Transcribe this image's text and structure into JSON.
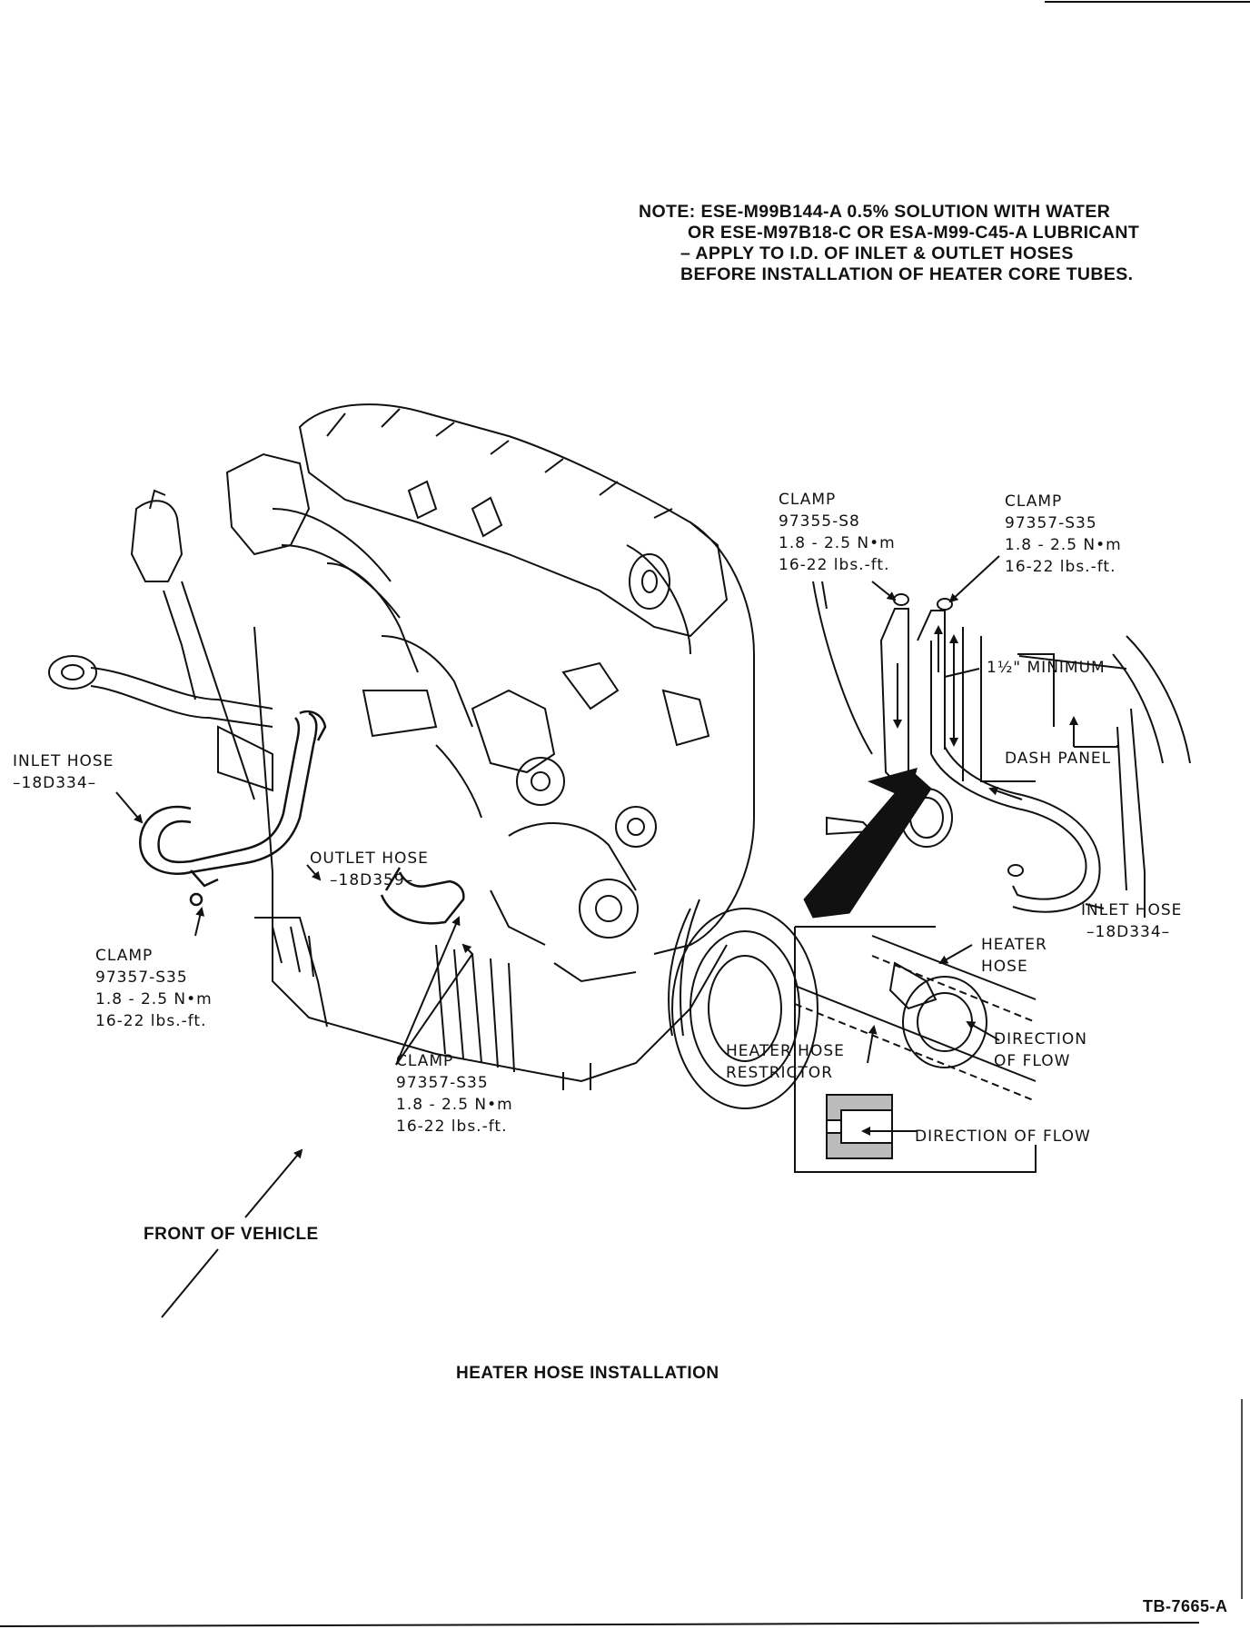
{
  "note": {
    "line1": "NOTE: ESE-M99B144-A 0.5% SOLUTION WITH WATER",
    "line2": "OR ESE-M97B18-C OR ESA-M99-C45-A LUBRICANT",
    "line3": "– APPLY TO I.D. OF INLET & OUTLET HOSES",
    "line4": "BEFORE INSTALLATION OF HEATER CORE TUBES."
  },
  "clamp_top_left": {
    "name": "CLAMP",
    "part": "97355-S8",
    "torque_nm": "1.8 - 2.5 N•m",
    "torque_lbft": "16-22 lbs.-ft."
  },
  "clamp_top_right": {
    "name": "CLAMP",
    "part": "97357-S35",
    "torque_nm": "1.8 - 2.5 N•m",
    "torque_lbft": "16-22 lbs.-ft."
  },
  "minimum": "1½\" MINIMUM",
  "dash_panel": "DASH PANEL",
  "inlet_hose_left": {
    "name": "INLET HOSE",
    "part": "–18D334–"
  },
  "outlet_hose": {
    "name": "OUTLET HOSE",
    "part": "–18D359–"
  },
  "inlet_hose_right": {
    "name": "INLET HOSE",
    "part": "–18D334–"
  },
  "clamp_lower_left": {
    "name": "CLAMP",
    "part": "97357-S35",
    "torque_nm": "1.8 - 2.5 N•m",
    "torque_lbft": "16-22 lbs.-ft."
  },
  "clamp_lower_center": {
    "name": "CLAMP",
    "part": "97357-S35",
    "torque_nm": "1.8 - 2.5 N•m",
    "torque_lbft": "16-22 lbs.-ft."
  },
  "heater_hose": {
    "line1": "HEATER",
    "line2": "HOSE"
  },
  "direction_flow_upper": {
    "line1": "DIRECTION",
    "line2": "OF FLOW"
  },
  "restrictor": {
    "line1": "HEATER HOSE",
    "line2": "RESTRICTOR"
  },
  "direction_flow_lower": "DIRECTION OF FLOW",
  "front_of_vehicle": "FRONT OF VEHICLE",
  "caption": "HEATER HOSE INSTALLATION",
  "figure_id": "TB-7665-A"
}
